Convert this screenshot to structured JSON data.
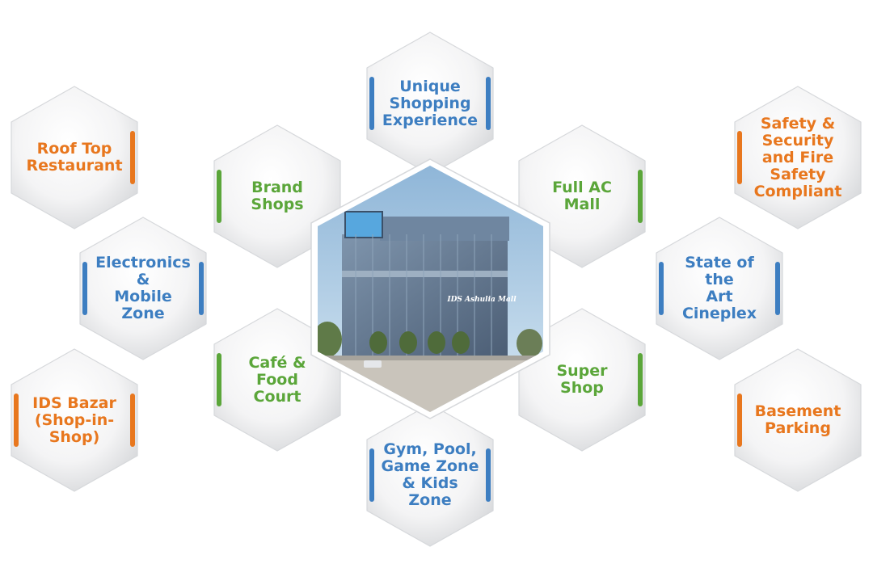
{
  "colors": {
    "orange": "#E8771E",
    "blue": "#3D7EC1",
    "green": "#5BA63A",
    "hex_fill_light": "#ffffff",
    "hex_fill_shade": "#cfd1d4"
  },
  "center": {
    "image_icon": "ids-ashulia-mall-building-photo",
    "sign_text": "IDS Ashulia Mall"
  },
  "tiles": [
    {
      "id": "roof-top-restaurant",
      "text": "Roof Top\nRestaurant",
      "color": "orange",
      "accent": "right"
    },
    {
      "id": "electronics-mobile-zone",
      "text": "Electronics &\nMobile Zone",
      "color": "blue",
      "accent": "both"
    },
    {
      "id": "ids-bazar",
      "text": "IDS Bazar\n(Shop-in-Shop)",
      "color": "orange",
      "accent": "both"
    },
    {
      "id": "brand-shops",
      "text": "Brand\nShops",
      "color": "green",
      "accent": "left"
    },
    {
      "id": "cafe-food-court",
      "text": "Café &\nFood\nCourt",
      "color": "green",
      "accent": "left"
    },
    {
      "id": "unique-shopping-experience",
      "text": "Unique\nShopping\nExperience",
      "color": "blue",
      "accent": "both"
    },
    {
      "id": "gym-pool-game-kids",
      "text": "Gym, Pool,\nGame Zone\n& Kids Zone",
      "color": "blue",
      "accent": "both"
    },
    {
      "id": "full-ac-mall",
      "text": "Full AC\nMall",
      "color": "green",
      "accent": "right"
    },
    {
      "id": "super-shop",
      "text": "Super\nShop",
      "color": "green",
      "accent": "right"
    },
    {
      "id": "safety-security-fire",
      "text": "Safety &\nSecurity\nand Fire\nSafety\nCompliant",
      "color": "orange",
      "accent": "left"
    },
    {
      "id": "state-of-the-art-cineplex",
      "text": "State of the\nArt Cineplex",
      "color": "blue",
      "accent": "both"
    },
    {
      "id": "basement-parking",
      "text": "Basement\nParking",
      "color": "orange",
      "accent": "left"
    }
  ]
}
